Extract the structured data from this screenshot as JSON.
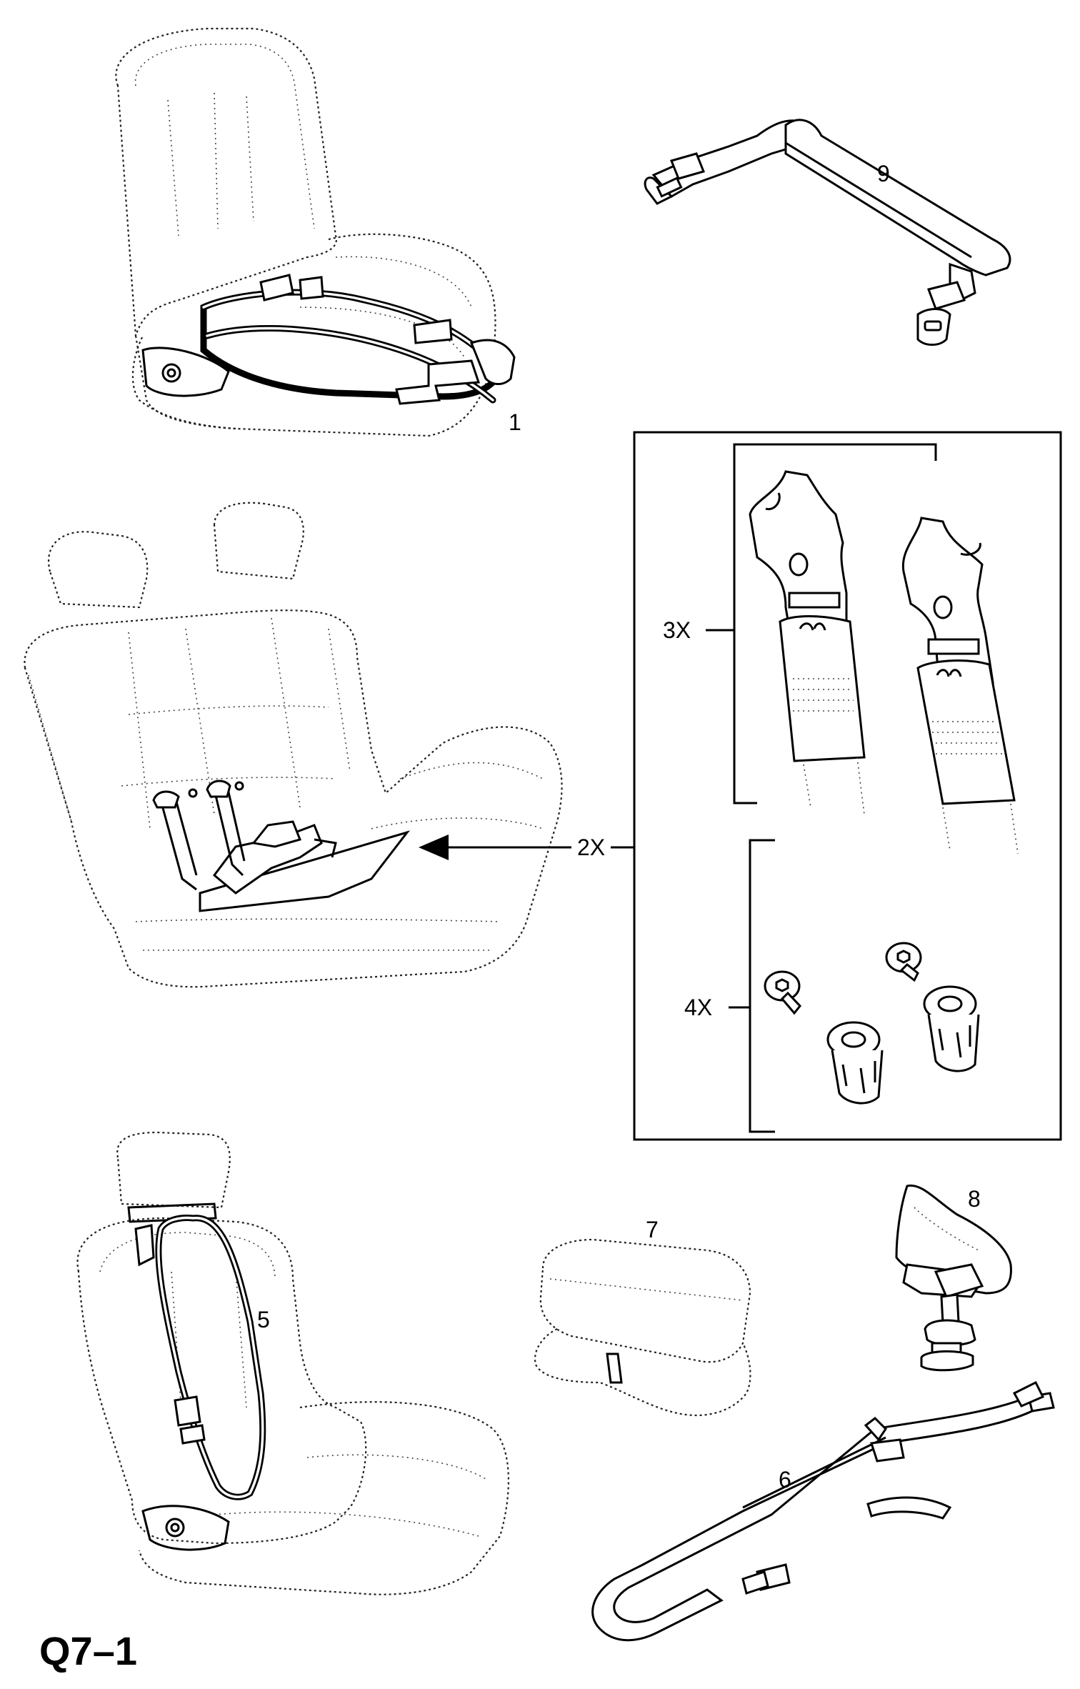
{
  "figure_id": "Q7–1",
  "callouts": {
    "c1": "1",
    "c2x": "2X",
    "c3x": "3X",
    "c4x": "4X",
    "c5": "5",
    "c6": "6",
    "c7": "7",
    "c8": "8",
    "c9": "9"
  },
  "colors": {
    "line": "#000000",
    "background": "#ffffff"
  }
}
